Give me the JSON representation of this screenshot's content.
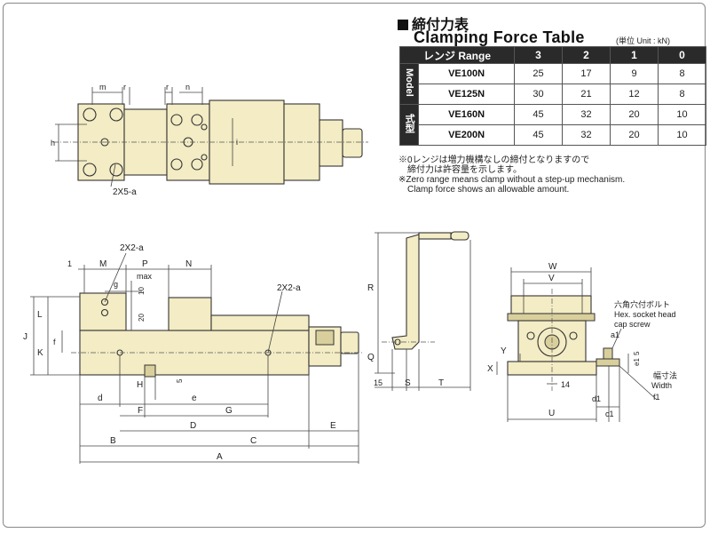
{
  "clamping_force_table": {
    "title_jp": "締付力表",
    "title_en": "Clamping Force Table",
    "unit": "(単位 Unit : kN)",
    "range_header": "レンジ Range",
    "range_columns": [
      "3",
      "2",
      "1",
      "0"
    ],
    "group_label_upper": "Model",
    "group_label_lower": "式型",
    "rows": [
      {
        "model": "VE100N",
        "values": [
          "25",
          "17",
          "9",
          "8"
        ]
      },
      {
        "model": "VE125N",
        "values": [
          "30",
          "21",
          "12",
          "8"
        ]
      },
      {
        "model": "VE160N",
        "values": [
          "45",
          "32",
          "20",
          "10"
        ]
      },
      {
        "model": "VE200N",
        "values": [
          "45",
          "32",
          "20",
          "10"
        ]
      }
    ],
    "notes": [
      "※0レンジは増力機構なしの締付となりますので",
      "　締付力は許容量を示します。",
      "※Zero range means clamp without a step-up mechanism.",
      "　Clamp force shows an allowable amount."
    ]
  },
  "top_view": {
    "dim_m": "m",
    "dim_r1": "r",
    "dim_r2": "r",
    "dim_n": "n",
    "dim_h": "h",
    "dim_i": "i",
    "holes_label": "2X5-a"
  },
  "side_view": {
    "dim_1": "1",
    "dim_M": "M",
    "dim_P": "P",
    "dim_N": "N",
    "holes_label_top": "2X2-a",
    "holes_label_right": "2X2-a",
    "dim_g": "g",
    "dim_max": "max",
    "dim_10": "10",
    "dim_20": "20",
    "dim_J": "J",
    "dim_L": "L",
    "dim_K": "K",
    "dim_f": "f",
    "dim_H": "H",
    "dim_5": "5",
    "dim_d": "d",
    "dim_e": "e",
    "dim_F": "F",
    "dim_G": "G",
    "dim_D": "D",
    "dim_E": "E",
    "dim_B": "B",
    "dim_C": "C",
    "dim_A": "A"
  },
  "handle_view": {
    "dim_R": "R",
    "dim_Q": "Q",
    "dim_15": "15",
    "dim_S": "S",
    "dim_T": "T"
  },
  "end_view": {
    "dim_W": "W",
    "dim_V": "V",
    "dim_X": "X",
    "dim_Y": "Y",
    "dim_14": "14",
    "dim_U": "U",
    "dim_d1": "d1",
    "dim_c1": "c1",
    "dim_a1": "a1",
    "dim_e1": "e1",
    "dim_5": "5",
    "bolt_label_jp": "六角穴付ボルト",
    "bolt_label_en1": "Hex. socket head",
    "bolt_label_en2": "cap screw",
    "width_label_jp": "幅寸法",
    "width_label_en": "Width",
    "dim_f1": "f1"
  }
}
